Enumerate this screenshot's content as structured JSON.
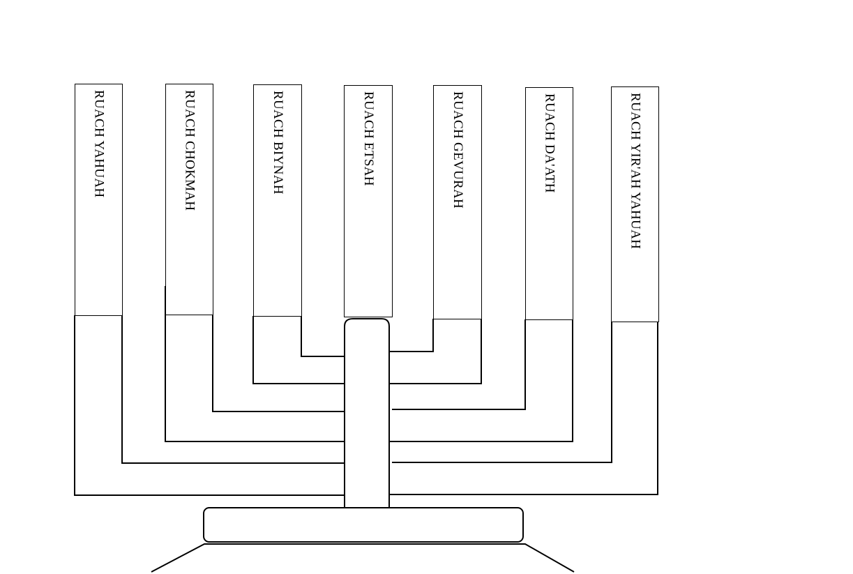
{
  "diagram": {
    "branches": [
      {
        "label": "RUACH YAHUAH"
      },
      {
        "label": "RUACH CHOKMAH"
      },
      {
        "label": "RUACH BIYNAH"
      },
      {
        "label": "RUACH ETSAH"
      },
      {
        "label": "RUACH GEVURAH"
      },
      {
        "label": "RUACH DA'ATH"
      },
      {
        "label": "RUACH YIR'AH YAHUAH"
      }
    ],
    "line_color": "#000000",
    "background": "#ffffff"
  }
}
